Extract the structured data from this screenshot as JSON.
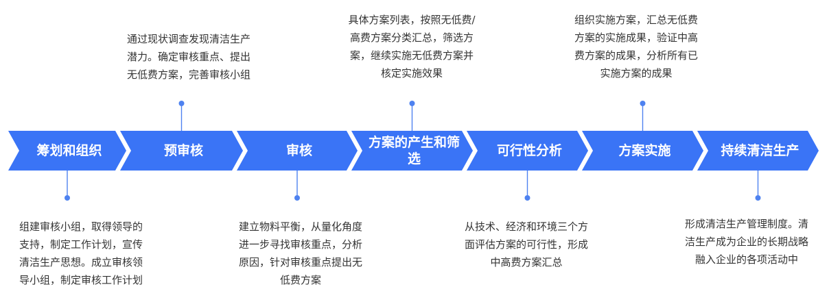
{
  "colors": {
    "arrow_fill": "#3a74f6",
    "connector": "#4e82f0",
    "text": "#333333",
    "label": "#ffffff"
  },
  "steps": [
    {
      "label": "筹划和组织",
      "description": "组建审核小组，取得领导的\n支持，制定工作计划，宣传\n清洁生产思想。成立审核领\n导小组，制定审核工作计划"
    },
    {
      "label": "预审核",
      "description": "通过现状调查发现清洁生产\n潜力。确定审核重点、提出\n无低费方案，完善审核小组"
    },
    {
      "label": "审核",
      "description": "建立物料平衡，从量化角度\n进一步寻找审核重点，分析\n原因，针对审核重点提出无\n低费方案"
    },
    {
      "label": "方案的产生和筛选",
      "description": "具体方案列表，按照无低费/\n高费方案分类汇总，筛选方\n案，继续实施无低费方案并\n核定实施效果"
    },
    {
      "label": "可行性分析",
      "description": "从技术、经济和环境三个方\n面评估方案的可行性，形成\n中高费方案汇总"
    },
    {
      "label": "方案实施",
      "description": "组织实施方案，汇总无低费\n方案的实施成果，验证中高\n费方案的成果，分析所有已\n实施方案的成果"
    },
    {
      "label": "持续清洁生产",
      "description": "形成清洁生产管理制度。清\n洁生产成为企业的长期战略\n融入企业的各项活动中"
    }
  ]
}
